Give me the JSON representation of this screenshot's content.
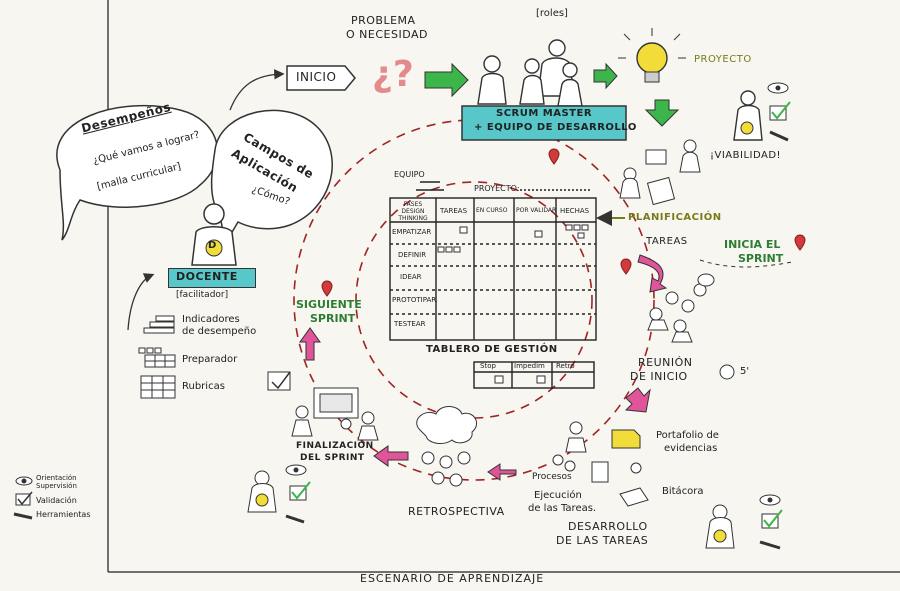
{
  "footer": {
    "title": "ESCENARIO DE APRENDIZAJE"
  },
  "top": {
    "problema": "PROBLEMA",
    "necesidad": "O NECESIDAD",
    "roles": "[roles]",
    "inicio": "INICIO",
    "question_mark": "¿?",
    "scrum_line1": "SCRUM MASTER",
    "scrum_line2": "+ EQUIPO DE DESARROLLO",
    "proyecto": "PROYECTO",
    "viabilidad": "¡VIABILIDAD!"
  },
  "left": {
    "desempenos": "Desempeños",
    "desempenos_q": "¿Qué vamos a lograr?",
    "malla": "[malla curricular]",
    "campos_1": "Campos de",
    "campos_2": "Aplicación",
    "como": "¿Cómo?",
    "docente": "DOCENTE",
    "facilitador": "[facilitador]",
    "indicadores_1": "Indicadores",
    "indicadores_2": "de desempeño",
    "preparador": "Preparador",
    "rubricas": "Rubricas"
  },
  "board": {
    "equipo": "EQUIPO",
    "proyecto": "PROYECTO:",
    "columns": [
      "FASES DESIGN THINKING",
      "TAREAS",
      "EN CURSO",
      "POR VALIDAR",
      "HECHAS"
    ],
    "rows": [
      "EMPATIZAR",
      "DEFINIR",
      "IDEAR",
      "PROTOTIPAR",
      "TESTEAR"
    ],
    "title": "TABLERO DE GESTIÓN",
    "mini_columns": [
      "Stop",
      "Impedim",
      "Retro"
    ]
  },
  "right": {
    "planificacion": "PLANIFICACIÓN",
    "tareas": "TAREAS",
    "inicia_1": "INICIA EL",
    "inicia_2": "SPRINT",
    "reunion_1": "REUNIÓN",
    "reunion_2": "DE INICIO",
    "minutes": "5'",
    "portafolio_1": "Portafolio de",
    "portafolio_2": "evidencias",
    "bitacora": "Bitácora"
  },
  "bottom": {
    "siguiente_1": "SIGUIENTE",
    "siguiente_2": "SPRINT",
    "finalizacion_1": "FINALIZACIÓN",
    "finalizacion_2": "DEL SPRINT",
    "retrospectiva": "RETROSPECTIVA",
    "procesos": "Procesos",
    "ejecucion_1": "Ejecución",
    "ejecucion_2": "de las Tareas.",
    "desarrollo_1": "DESARROLLO",
    "desarrollo_2": "DE LAS TAREAS"
  },
  "legend": {
    "orientacion_1": "Orientación",
    "orientacion_2": "Supervisión",
    "validacion": "Validación",
    "herramientas": "Herramientas"
  },
  "badge_letter": "D",
  "colors": {
    "green_arrow": "#3cb54a",
    "pink_arrow": "#e0559a",
    "cyan": "#57c7c9",
    "yellow": "#f2dc3a",
    "red_dash": "#a02424"
  }
}
